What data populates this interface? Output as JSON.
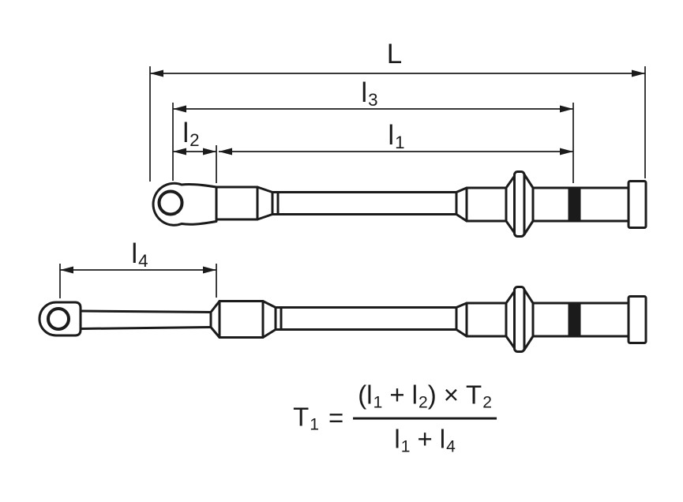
{
  "dims": {
    "L": {
      "base": "L",
      "sub": ""
    },
    "l3": {
      "base": "l",
      "sub": "3"
    },
    "l2": {
      "base": "l",
      "sub": "2"
    },
    "l1": {
      "base": "l",
      "sub": "1"
    },
    "l4": {
      "base": "l",
      "sub": "4"
    }
  },
  "formula": {
    "lhs": {
      "base": "T",
      "sub": "1"
    },
    "equals": "=",
    "numerator": {
      "open_paren": "(",
      "term1": {
        "base": "l",
        "sub": "1"
      },
      "plus": "+",
      "term2": {
        "base": "l",
        "sub": "2"
      },
      "close_paren": ")",
      "times": "×",
      "term3": {
        "base": "T",
        "sub": "2"
      }
    },
    "denominator": {
      "term1": {
        "base": "l",
        "sub": "1"
      },
      "plus": "+",
      "term2": {
        "base": "l",
        "sub": "4"
      }
    }
  },
  "colors": {
    "ink": "#1b1b1b",
    "paper": "#ffffff"
  }
}
